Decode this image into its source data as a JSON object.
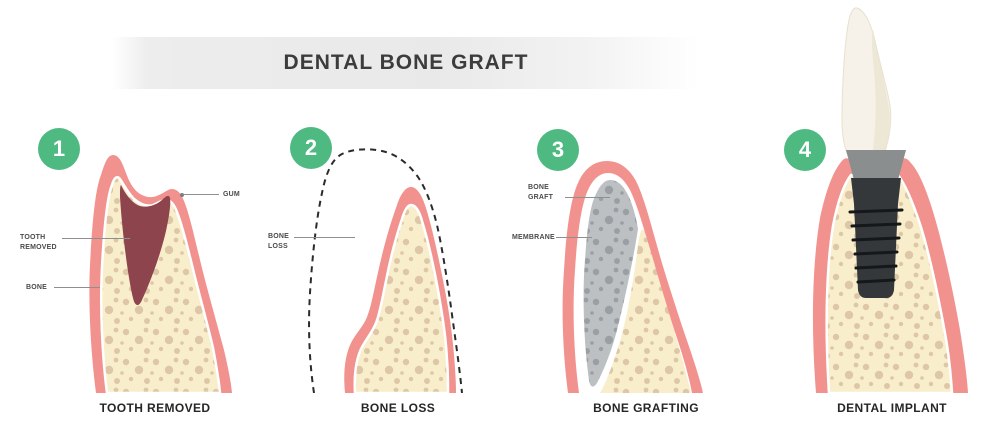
{
  "title": "DENTAL BONE GRAFT",
  "steps": [
    {
      "number": "1",
      "caption": "TOOTH REMOVED",
      "labels": [
        {
          "text": "GUM"
        },
        {
          "text": "TOOTH REMOVED"
        },
        {
          "text": "BONE"
        }
      ]
    },
    {
      "number": "2",
      "caption": "BONE LOSS",
      "labels": [
        {
          "text": "BONE LOSS"
        }
      ]
    },
    {
      "number": "3",
      "caption": "BONE GRAFTING",
      "labels": [
        {
          "text": "BONE GRAFT"
        },
        {
          "text": "MEMBRANE"
        }
      ]
    },
    {
      "number": "4",
      "caption": "DENTAL IMPLANT",
      "labels": []
    }
  ],
  "colors": {
    "badge_green": "#4eba81",
    "gum_pink": "#f2928e",
    "bone_cream": "#f9eecb",
    "bone_speckle": "#d9c1a0",
    "socket_maroon": "#8e444c",
    "graft_gray": "#bcc0c3",
    "graft_speckle": "#969ca0",
    "implant_dark": "#35383b",
    "abutment_gray": "#8b8e8f",
    "crown_white": "#f6f2e9",
    "banner_gray": "#e9e9e9",
    "title_text": "#3c3c3c"
  }
}
